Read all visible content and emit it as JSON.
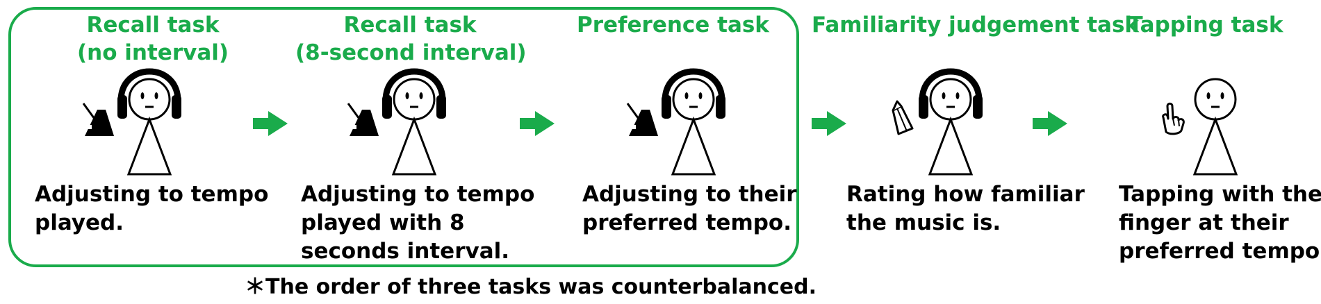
{
  "colors": {
    "accent": "#1aab4b",
    "ink": "#000000",
    "background": "#ffffff"
  },
  "tasks": [
    {
      "title_line1": "Recall task",
      "title_line2": "(no interval)",
      "tool_icon": "metronome-icon",
      "desc_line1": "Adjusting to tempo",
      "desc_line2": "played.",
      "desc_line3": ""
    },
    {
      "title_line1": "Recall task",
      "title_line2": "(8-second interval)",
      "tool_icon": "metronome-icon",
      "desc_line1": "Adjusting to tempo",
      "desc_line2": "played with 8",
      "desc_line3": "seconds interval."
    },
    {
      "title_line1": "Preference task",
      "title_line2": "",
      "tool_icon": "metronome-icon",
      "desc_line1": "Adjusting to their",
      "desc_line2": "preferred tempo.",
      "desc_line3": ""
    },
    {
      "title_line1": "Familiarity judgement task",
      "title_line2": "",
      "tool_icon": "pencil-icon",
      "desc_line1": "Rating how familiar",
      "desc_line2": "the music is.",
      "desc_line3": ""
    },
    {
      "title_line1": "Tapping task",
      "title_line2": "",
      "tool_icon": "pointing-hand-icon",
      "desc_line1": "Tapping with their",
      "desc_line2": "finger at their",
      "desc_line3": "preferred tempo."
    }
  ],
  "footnote": "＊The order of three tasks was counterbalanced."
}
